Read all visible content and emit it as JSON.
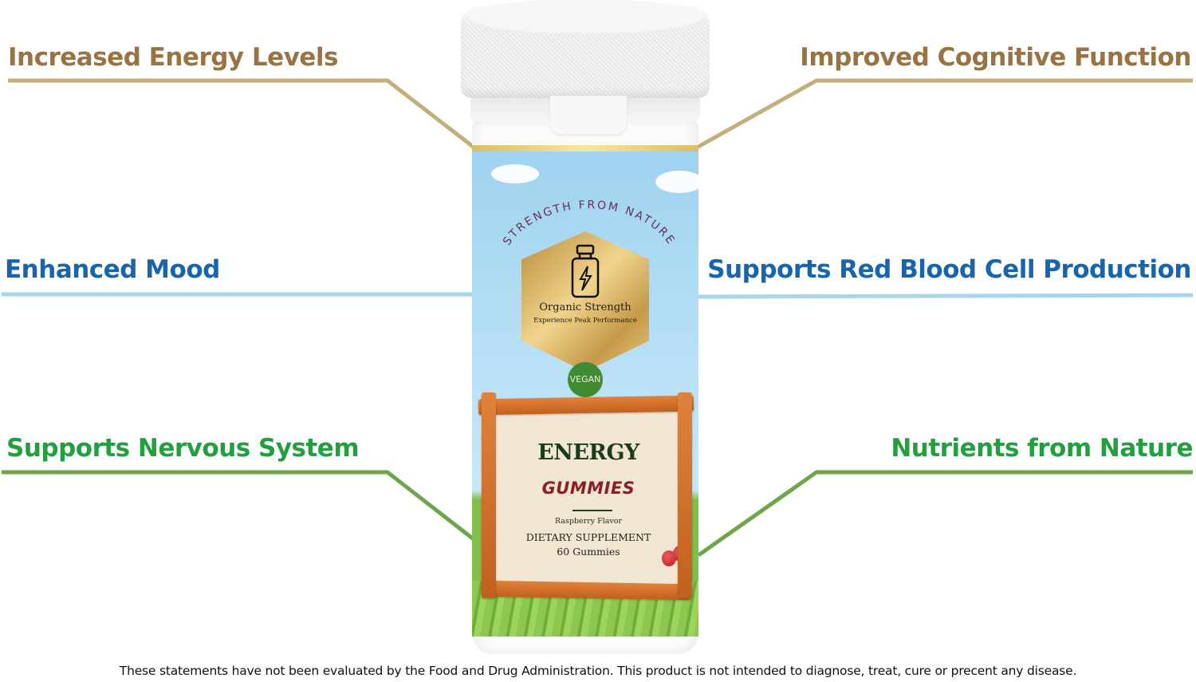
{
  "benefits": {
    "left": [
      {
        "label": "Increased Energy Levels",
        "color": "#9a7342",
        "line_color": "#c2b07c"
      },
      {
        "label": "Enhanced Mood",
        "color": "#1865ae",
        "line_color": "#a6d5ec"
      },
      {
        "label": "Supports Nervous System",
        "color": "#22a03f",
        "line_color": "#6ea64a"
      }
    ],
    "right": [
      {
        "label": "Improved Cognitive Function",
        "color": "#9a7342",
        "line_color": "#c2b07c"
      },
      {
        "label": "Supports Red Blood Cell Production",
        "color": "#1865ae",
        "line_color": "#a6d5ec"
      },
      {
        "label": "Nutrients from Nature",
        "color": "#22a03f",
        "line_color": "#6ea64a"
      }
    ]
  },
  "product": {
    "arc_tagline": "STRENGTH FROM NATURE",
    "badge_title": "Organic Strength",
    "badge_subtitle": "Experience Peak Performance",
    "badge_icon": "bottle-lightning-icon",
    "vegan_label": "VEGAN",
    "name": "ENERGY",
    "type": "GUMMIES",
    "flavor": "Raspberry Flavor",
    "category": "DIETARY SUPPLEMENT",
    "count": "60 Gummies"
  },
  "disclaimer": "These statements have not been evaluated by the Food and Drug Administration. This product is not intended to diagnose, treat, cure or precent any disease."
}
